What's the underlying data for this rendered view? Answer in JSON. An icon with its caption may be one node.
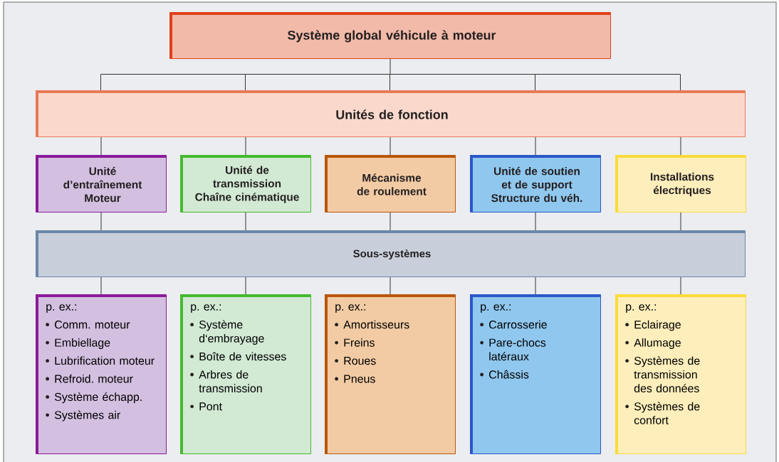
{
  "diagram": {
    "nodes": [
      {
        "text": [
          "Système global véhicule à moteur"
        ]
      },
      {
        "text": [
          "Unités de fonction"
        ]
      },
      {
        "text": [
          "Unité d’entraînement",
          "Moteur"
        ]
      },
      {
        "text": [
          "Unité de transmission",
          "Chaîne cinématique"
        ]
      },
      {
        "text": [
          "Mécanisme de roulement"
        ]
      },
      {
        "text": [
          "Unité de soutien et de support",
          "Structure du véh."
        ]
      },
      {
        "text": [
          "Installations électriques"
        ]
      },
      {
        "text": [
          "Sous-systèmes"
        ]
      },
      {
        "text": [
          "p. ex.:",
          "Comm.  moteur",
          "Embiellage",
          "Lubrification moteur",
          "Refroid. moteur",
          "Système échapp.",
          "Systèmes air"
        ]
      },
      {
        "text": [
          "p. ex.:",
          "Système d‘embrayage",
          "Boîte de vitesses",
          "Arbres de transmission",
          "Pont"
        ]
      },
      {
        "text": [
          "p. ex.:",
          "Amortisseurs",
          "Freins",
          "Roues",
          "Pneus"
        ]
      },
      {
        "text": [
          "p. ex.:",
          "Carrosserie",
          "Pare-chocs latéraux",
          "Châssis"
        ]
      },
      {
        "text": [
          "p. ex.:",
          "Eclairage",
          "Allumage",
          "Systèmes de transmission des données",
          "Systèmes de confort"
        ]
      }
    ],
    "edges": [
      {
        "from": 0,
        "to": 1,
        "arrow": "none"
      },
      {
        "from": 1,
        "to": 2,
        "arrow": "none"
      },
      {
        "from": 1,
        "to": 3,
        "arrow": "none"
      },
      {
        "from": 1,
        "to": 4,
        "arrow": "none"
      },
      {
        "from": 1,
        "to": 5,
        "arrow": "none"
      },
      {
        "from": 1,
        "to": 6,
        "arrow": "none"
      },
      {
        "from": 2,
        "to": 7,
        "arrow": "none"
      },
      {
        "from": 3,
        "to": 7,
        "arrow": "none"
      },
      {
        "from": 4,
        "to": 7,
        "arrow": "none"
      },
      {
        "from": 5,
        "to": 7,
        "arrow": "none"
      },
      {
        "from": 6,
        "to": 7,
        "arrow": "none"
      },
      {
        "from": 7,
        "to": 8,
        "arrow": "none"
      },
      {
        "from": 7,
        "to": 9,
        "arrow": "none"
      },
      {
        "from": 7,
        "to": 10,
        "arrow": "none"
      },
      {
        "from": 7,
        "to": 11,
        "arrow": "none"
      },
      {
        "from": 7,
        "to": 12,
        "arrow": "none"
      }
    ]
  }
}
